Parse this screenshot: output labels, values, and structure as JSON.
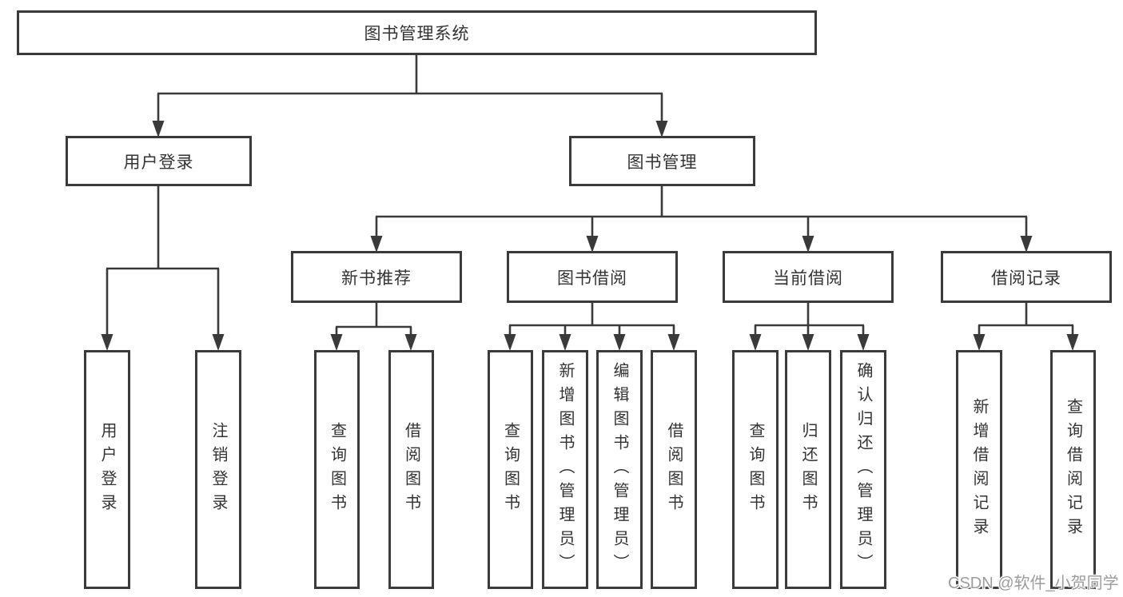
{
  "tree": {
    "root": "图书管理系统",
    "branches": [
      {
        "label": "用户登录",
        "leaves": [
          "用户登录",
          "注销登录"
        ]
      },
      {
        "label": "图书管理",
        "sections": [
          {
            "label": "新书推荐",
            "leaves": [
              "查询图书",
              "借阅图书"
            ]
          },
          {
            "label": "图书借阅",
            "leaves": [
              "查询图书",
              "新增图书（管理员）",
              "编辑图书（管理员）",
              "借阅图书"
            ]
          },
          {
            "label": "当前借阅",
            "leaves": [
              "查询图书",
              "归还图书",
              "确认归还（管理员）"
            ]
          },
          {
            "label": "借阅记录",
            "leaves": [
              "新增借阅记录",
              "查询借阅记录"
            ]
          }
        ]
      }
    ]
  },
  "watermark": "CSDN @软件_小贺同学",
  "colors": {
    "line": "#3a3a3a",
    "text": "#333333",
    "watermark": "#9c9c9c",
    "background": "#ffffff"
  }
}
